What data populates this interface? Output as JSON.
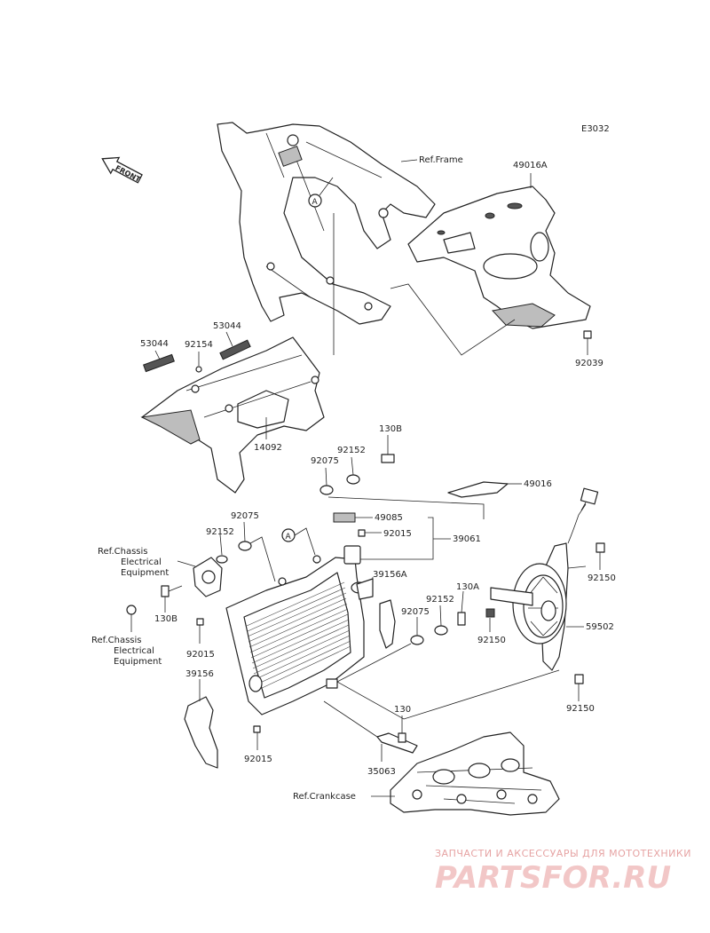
{
  "diagram": {
    "code": "E3032",
    "front_label": "FRONT",
    "refs": {
      "frame": "Ref.Frame",
      "chassis_1": [
        "Ref.Chassis",
        "Electrical",
        "Equipment"
      ],
      "chassis_2": [
        "Ref.Chassis",
        "Electrical",
        "Equipment"
      ],
      "crankcase": "Ref.Crankcase"
    },
    "callout_a": "A",
    "parts": {
      "p49016A": "49016A",
      "p92039": "92039",
      "p53044a": "53044",
      "p92154": "92154",
      "p53044b": "53044",
      "p14092": "14092",
      "p130B_top": "130B",
      "p92152_top": "92152",
      "p92075_top": "92075",
      "p49016": "49016",
      "p49085": "49085",
      "p92015_top": "92015",
      "p39061": "39061",
      "p92075_left": "92075",
      "p92152_left": "92152",
      "p39156A": "39156A",
      "p130A": "130A",
      "p92152_mid": "92152",
      "p92075_mid": "92075",
      "p92150_a": "92150",
      "p92150_b": "92150",
      "p59502": "59502",
      "p130B_left": "130B",
      "p92015_left": "92015",
      "p39156": "39156",
      "p92150_c": "92150",
      "p130": "130",
      "p35063": "35063",
      "p92015_bottom": "92015"
    }
  },
  "watermark": {
    "tagline": "ЗАПЧАСТИ И АКСЕССУАРЫ ДЛЯ МОТОТЕХНИКИ",
    "brand": "PARTSFOR.RU"
  }
}
